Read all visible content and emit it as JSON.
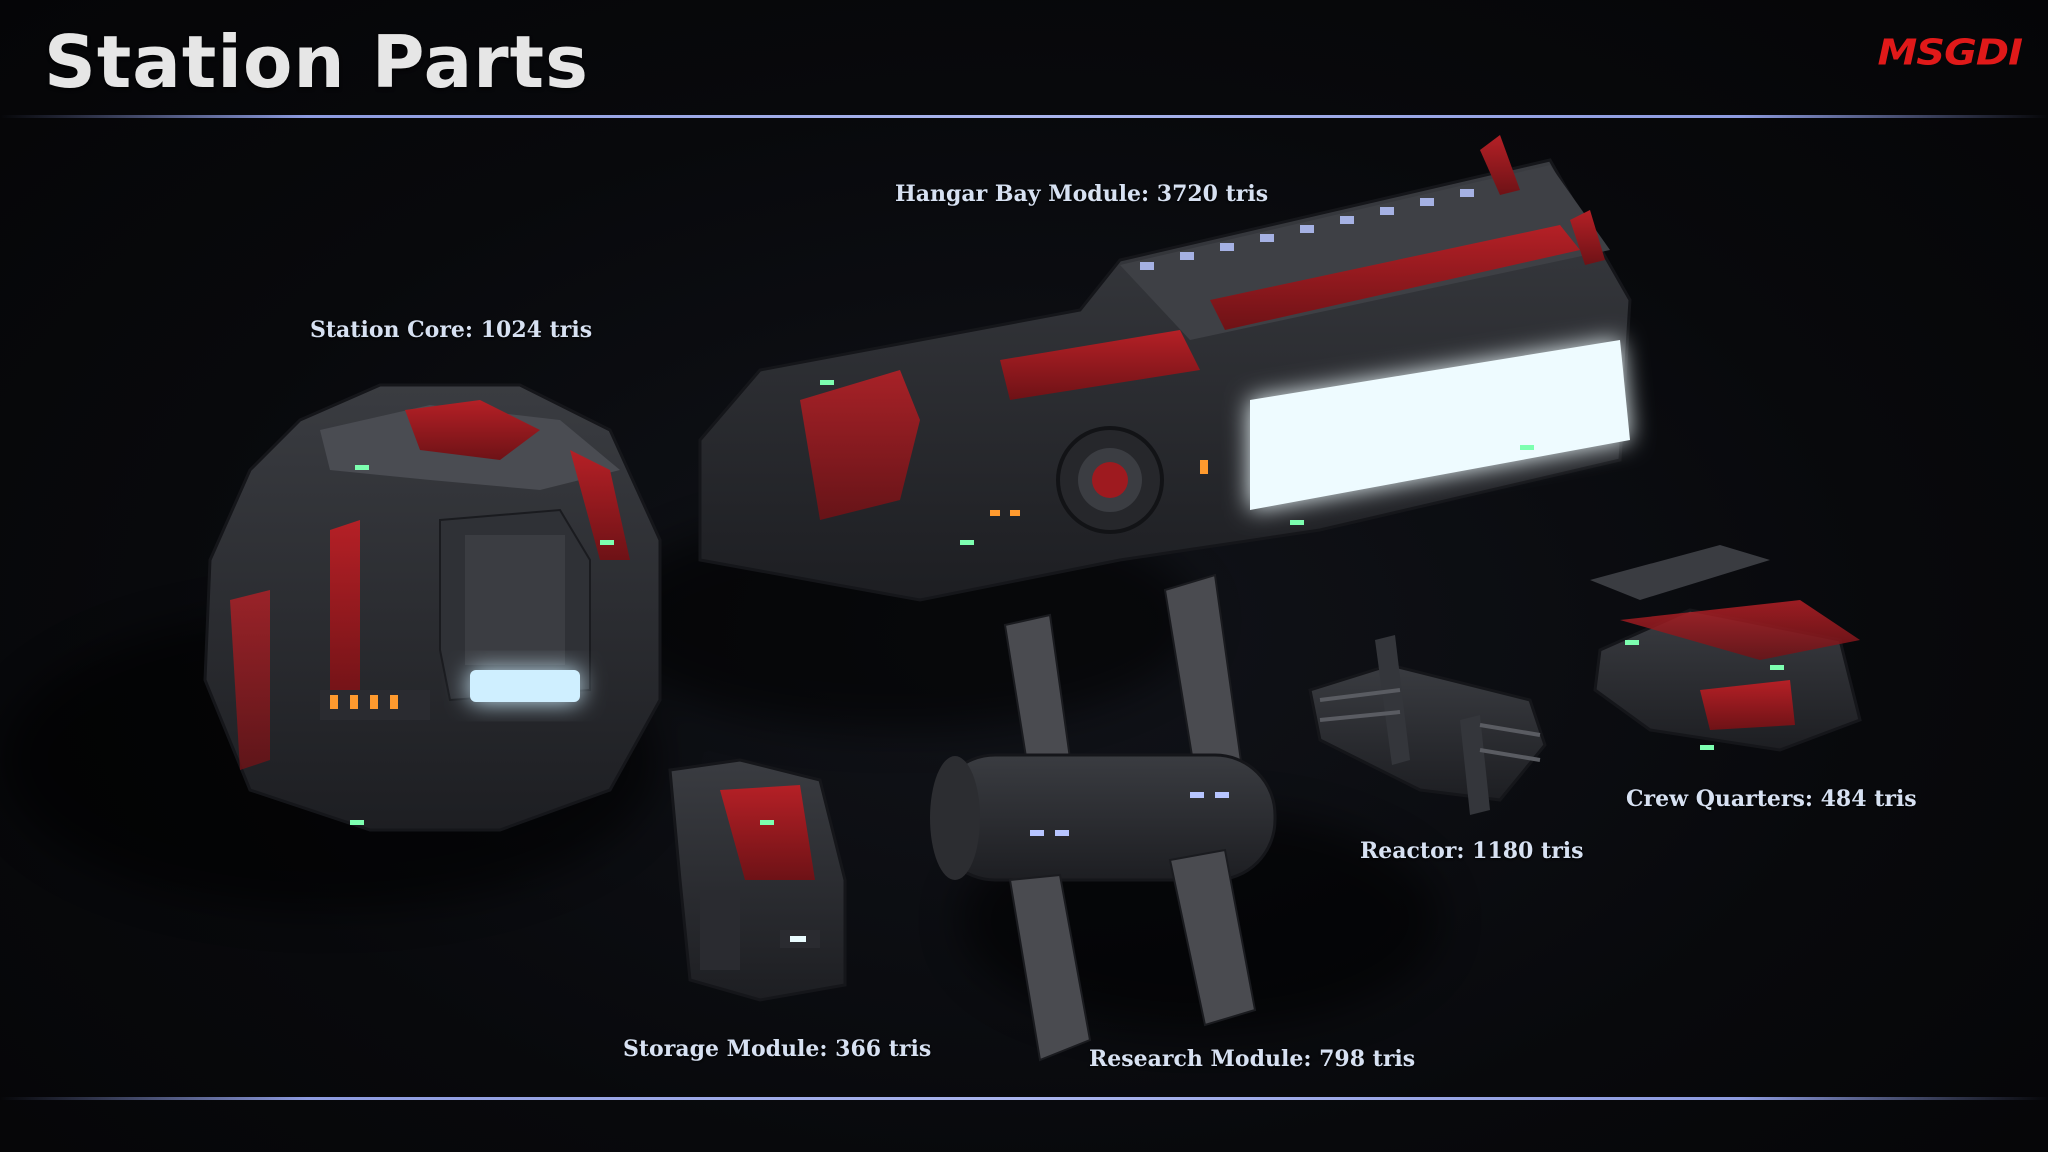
{
  "header": {
    "title": "Station Parts",
    "brand": "MSGDI"
  },
  "parts": [
    {
      "label": "Hangar Bay Module: 3720 tris"
    },
    {
      "label": "Station Core: 1024 tris"
    },
    {
      "label": "Crew Quarters: 484 tris"
    },
    {
      "label": "Reactor: 1180 tris"
    },
    {
      "label": "Storage Module: 366 tris"
    },
    {
      "label": "Research Module: 798 tris"
    }
  ],
  "colors": {
    "hull": "#2b2d31",
    "accent_red": "#9e1a1f",
    "glow": "#dff6ff",
    "brand": "#e01919"
  }
}
